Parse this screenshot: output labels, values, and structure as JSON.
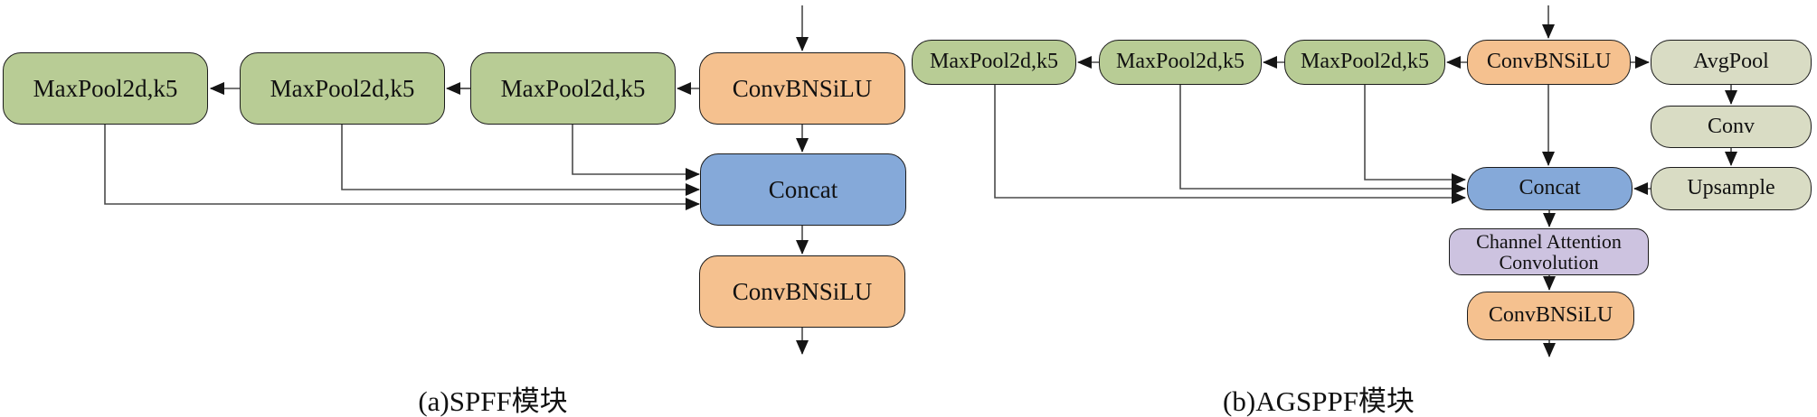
{
  "diagram_a": {
    "caption": "(a)SPFF模块",
    "nodes": {
      "maxpool1": "MaxPool2d,k5",
      "maxpool2": "MaxPool2d,k5",
      "maxpool3": "MaxPool2d,k5",
      "conv_in": "ConvBNSiLU",
      "concat": "Concat",
      "conv_out": "ConvBNSiLU"
    }
  },
  "diagram_b": {
    "caption": "(b)AGSPPF模块",
    "nodes": {
      "maxpool1": "MaxPool2d,k5",
      "maxpool2": "MaxPool2d,k5",
      "maxpool3": "MaxPool2d,k5",
      "conv_in": "ConvBNSiLU",
      "avgpool": "AvgPool",
      "conv": "Conv",
      "upsample": "Upsample",
      "concat": "Concat",
      "channel_attention": "Channel Attention Convolution",
      "conv_out": "ConvBNSiLU"
    }
  },
  "colors": {
    "node_green": "#b8cc95",
    "node_orange": "#f5c18f",
    "node_blue": "#85a9d9",
    "node_pale": "#d9dcc4",
    "node_purple": "#cdc3e0",
    "wire": "#4a4a4a",
    "arrowhead": "#151515",
    "border": "#1c1c1c"
  }
}
